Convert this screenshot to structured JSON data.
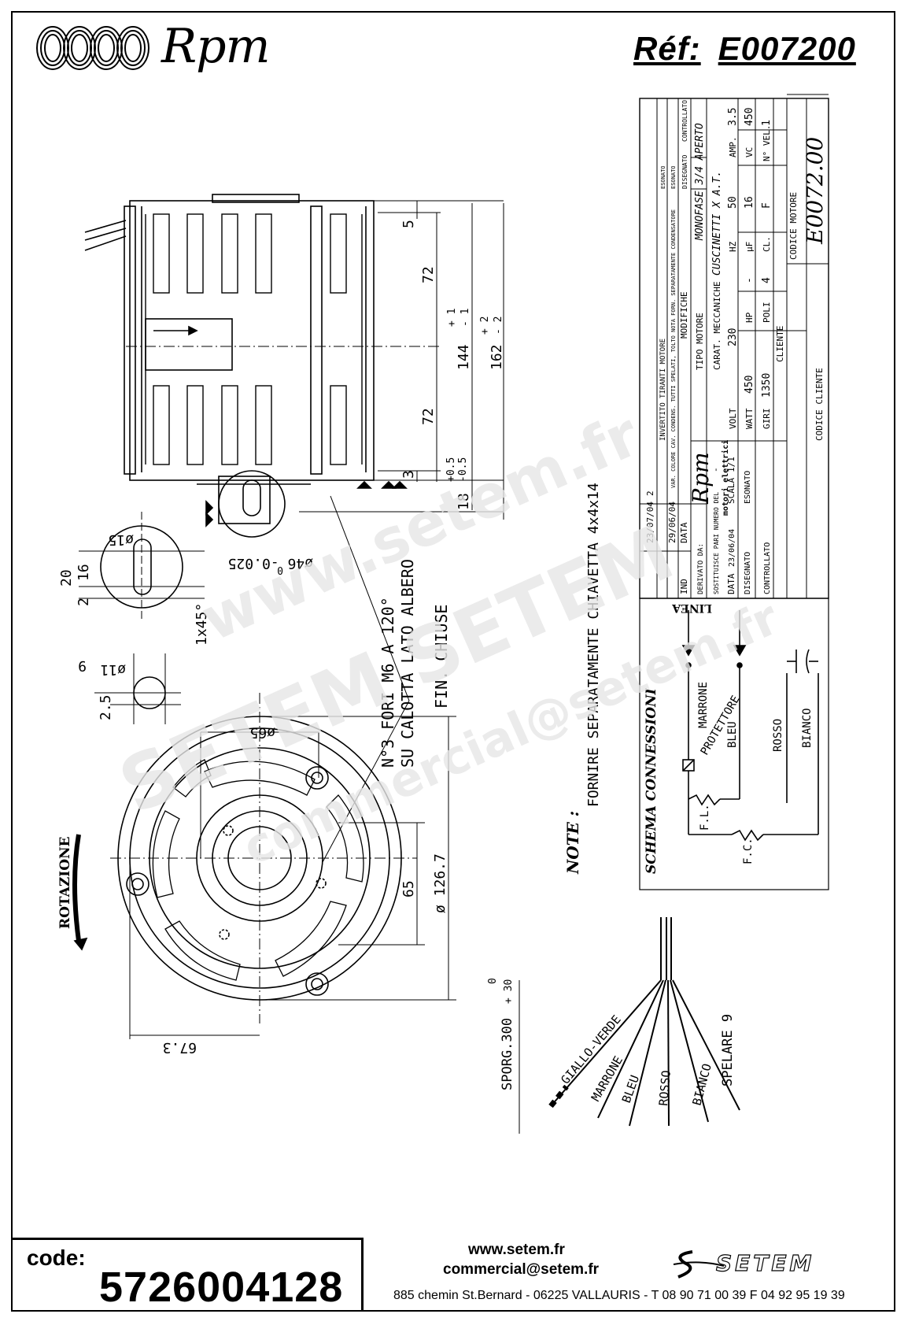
{
  "brand": {
    "name": "Rpm",
    "subtitle": "motori elettrici"
  },
  "reference": {
    "label": "Réf:",
    "value": "E007200"
  },
  "dimensions": {
    "d5": "5",
    "d72a": "72",
    "d72b": "72",
    "d144": "144",
    "d144tol_plus": "+ 1",
    "d144tol_minus": "- 1",
    "d162": "162",
    "d162tol_plus": "+ 2",
    "d162tol_minus": "- 2",
    "d3": "3",
    "d18": "18",
    "tol05p": "+0.5",
    "tol05m": "-0.5",
    "shaft_dia": "ø46 -0.025",
    "shaft_zero": "0",
    "d20": "20",
    "d16": "16",
    "d2": "2",
    "d15": "ø15",
    "chamfer": "1x45°",
    "d11": "ø11",
    "d9": "9",
    "d25": "2.5",
    "d65circle": "ø65",
    "d65": "65",
    "d1267": "ø 126.7",
    "d673": "67.3"
  },
  "notes": {
    "holes_line1": "N°3 FORI M6 A 120°",
    "holes_line2": "SU CALOTTA LATO ALBERO",
    "fin": "FIN. CHIUSE",
    "rotation": "ROTAZIONE",
    "note_label": "NOTE :",
    "note_text": "FORNIRE SEPARATAMENTE CHIAVETTA 4x4x14"
  },
  "connections": {
    "title": "SCHEMA CONNESSIONI",
    "linea": "LINEA",
    "marrone": "MARRONE",
    "protettore": "PROTETTORE",
    "bleu": "BLEU",
    "rosso": "ROSSO",
    "bianco": "BIANCO",
    "fl": "F.L.",
    "fc": "F.C."
  },
  "cable": {
    "sporg": "SPORG.300",
    "sporg_plus": "+ 30",
    "sporg_zero": "0",
    "giallo": "GIALLO-VERDE",
    "marrone": "MARRONE",
    "bleu": "BLEU",
    "rosso": "ROSSO",
    "bianco": "BIANCO",
    "spelare": "SPELARE 9"
  },
  "title_block": {
    "rev2": "2",
    "rev2_date": "23/07/04",
    "rev2_text": "INVERTITO TIRANTI MOTORE",
    "rev1": "1",
    "rev1_date": "29/06/04",
    "rev1_text": "VAR. COLORE CAV. CONDENS. TUTTI SPELATI, TOLTO NOTA FORN. SEPARATAMENTE CONDENSATORE",
    "ind": "IND",
    "data": "DATA",
    "modifiche": "MODIFICHE",
    "tipo_motore_label": "TIPO MOTORE",
    "tipo_motore": "MONOFASE 3/4 APERTO",
    "carat_label": "CARAT. MECCANICHE",
    "carat": "CUSCINETTI X A.T.",
    "volt_label": "VOLT",
    "volt": "230",
    "hz_label": "HZ",
    "hz": "50",
    "amp_label": "AMP.",
    "amp": "3.5",
    "watt_label": "WATT",
    "watt": "450",
    "hp_label": "HP",
    "hp": "-",
    "uf_label": "µF",
    "uf": "16",
    "vc_label": "VC",
    "vc": "450",
    "giri_label": "GIRI",
    "giri": "1350",
    "poli_label": "POLI",
    "poli": "4",
    "cl_label": "CL.",
    "cl": "F",
    "nvel_label": "N° VEL.",
    "nvel": "1",
    "cliente_label": "CLIENTE",
    "codice_motore_label": "CODICE MOTORE",
    "codice_motore": "E0072.00",
    "codice_cliente_label": "CODICE CLIENTE",
    "derivato": "DERIVATO DA:",
    "derivato_val": "-",
    "sostituisce": "SOSTITUISCE PARI NUMERO DEL",
    "sostituisce_val": "-",
    "data_label": "DATA",
    "data_val": "23/06/04",
    "scala_label": "SCALA",
    "scala": "1/1",
    "disegnato": "DISEGNATO",
    "esonato": "ESONATO",
    "controllato": "CONTROLLATO",
    "esonato_small": "ESONATO",
    "disegnato_small": "DISEGNATO",
    "controllato_small": "CONTROLLATO"
  },
  "watermark": {
    "line1": "www.setem.fr",
    "line2": "SETEM SETEM",
    "line3": "commercial@setem.fr"
  },
  "footer": {
    "code_label": "code:",
    "code_value": "5726004128",
    "web": "www.setem.fr",
    "email": "commercial@setem.fr",
    "address": "885 chemin St.Bernard  -  06225 VALLAURIS  -  T 08 90 71 00 39  F 04 92 95 19 39",
    "company": "SETEM"
  }
}
